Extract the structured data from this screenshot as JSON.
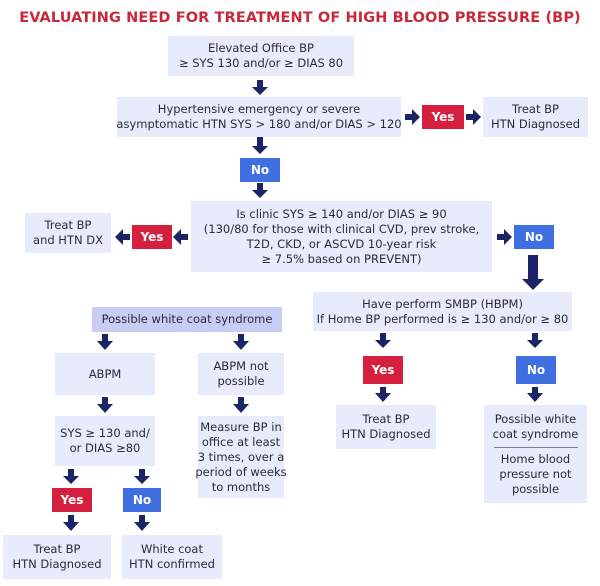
{
  "title": "EVALUATING NEED FOR TREATMENT OF HIGH BLOOD PRESSURE (BP)",
  "colors": {
    "title": "#c8283c",
    "box": "#e8ebfb",
    "box_highlight": "#c8cdf4",
    "yes": "#d41f3f",
    "no": "#3f6fe0",
    "arrow": "#1a2466"
  },
  "nodes": {
    "elevated": [
      "Elevated Office BP",
      "≥ SYS 130 and/or ≥ DIAS 80"
    ],
    "emergency": [
      "Hypertensive emergency or severe",
      "asymptomatic HTN SYS > 180 and/or DIAS > 120"
    ],
    "treat_top": [
      "Treat BP",
      "HTN Diagnosed"
    ],
    "clinic": [
      "Is clinic SYS ≥ 140 and/or DIAS ≥ 90",
      "(130/80 for those with clinical CVD, prev stroke,",
      "T2D, CKD, or ASCVD 10-year risk",
      "≥ 7.5% based on PREVENT)"
    ],
    "treat_dx": [
      "Treat BP",
      "and HTN DX"
    ],
    "white_coat": [
      "Possible white coat syndrome"
    ],
    "abpm": [
      "ABPM"
    ],
    "abpm_not": [
      "ABPM not",
      "possible"
    ],
    "sys_check": [
      "SYS ≥ 130 and/",
      "or DIAS ≥80"
    ],
    "measure": [
      "Measure BP in",
      "office at least",
      "3 times, over a",
      "period of weeks",
      "to months"
    ],
    "treat_bottom": [
      "Treat BP",
      "HTN Diagnosed"
    ],
    "white_coat_confirmed": [
      "White coat",
      "HTN confirmed"
    ],
    "smbp": [
      "Have perform SMBP (HBPM)",
      "If Home BP performed is ≥ 130 and/or ≥ 80"
    ],
    "treat_right": [
      "Treat BP",
      "HTN Diagnosed"
    ],
    "possible_wc": [
      "Possible white",
      "coat syndrome"
    ],
    "home_bp": [
      "Home blood",
      "pressure not",
      "possible"
    ]
  },
  "labels": {
    "yes": "Yes",
    "no": "No"
  }
}
